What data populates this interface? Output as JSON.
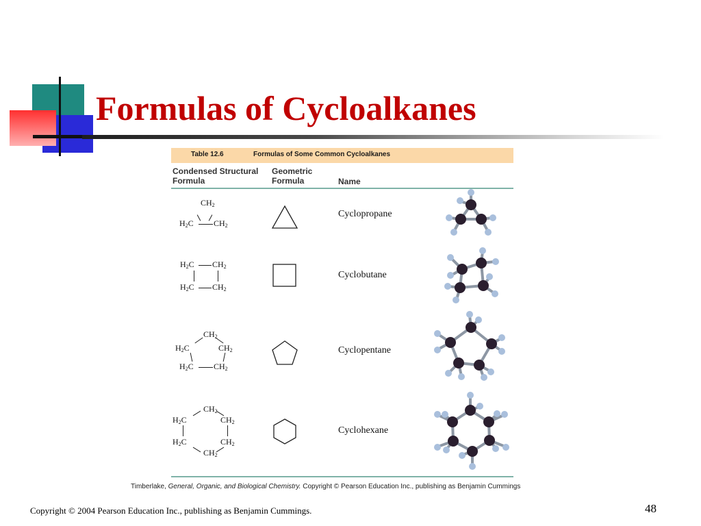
{
  "slide": {
    "title": "Formulas of Cycloalkanes",
    "footer": "Copyright © 2004 Pearson Education Inc., publishing as Benjamin Cummings.",
    "page_number": "48"
  },
  "table": {
    "caption_number": "Table 12.6",
    "caption_text": "Formulas of Some Common Cycloalkanes",
    "headers": {
      "condensed_line1": "Condensed Structural",
      "condensed_line2": "Formula",
      "geometric_line1": "Geometric",
      "geometric_line2": "Formula",
      "name": "Name"
    },
    "rows": [
      {
        "name": "Cyclopropane",
        "shape": "triangle"
      },
      {
        "name": "Cyclobutane",
        "shape": "square"
      },
      {
        "name": "Cyclopentane",
        "shape": "pentagon"
      },
      {
        "name": "Cyclohexane",
        "shape": "hexagon"
      }
    ],
    "groups": {
      "ch2": "CH",
      "h2c": "C",
      "h": "H",
      "sub2": "2"
    },
    "credit": {
      "author": "Timberlake,",
      "book": "General, Organic, and Biological Chemistry.",
      "rights": "Copyright © Pearson Education Inc., publishing as Benjamin Cummings"
    }
  },
  "colors": {
    "title": "#c00000",
    "caption_bar": "#fbd8a8",
    "header_rule": "#7fb3a8",
    "carbon_atom": "#2a1e2e",
    "hydrogen_atom": "#a9bfdc"
  }
}
